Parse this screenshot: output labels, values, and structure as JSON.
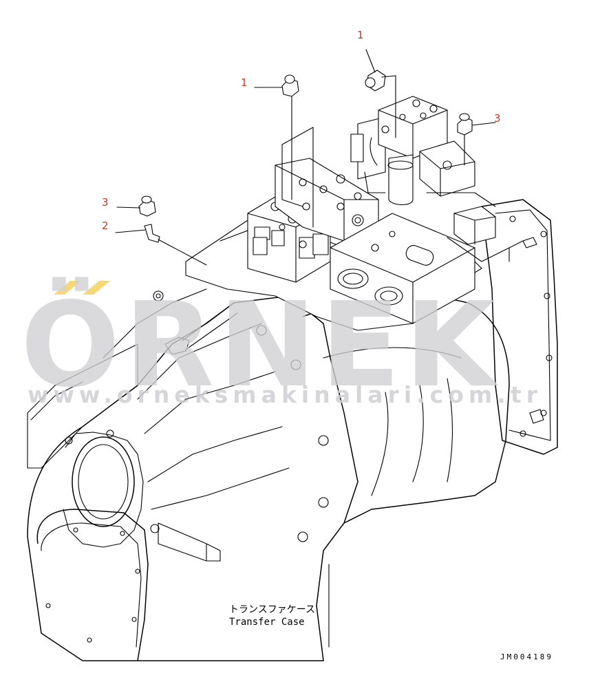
{
  "callouts": [
    {
      "label": "1"
    },
    {
      "label": "1"
    },
    {
      "label": "3"
    },
    {
      "label": "3"
    },
    {
      "label": "2"
    }
  ],
  "caption": {
    "japanese": "トランスファケース",
    "english": "Transfer Case"
  },
  "drawing_code": "JM004189",
  "watermark": {
    "brand": "ÖRNEK",
    "url": "www.orneksmakinalari.com.tr",
    "accent_color": "#f6d77a",
    "text_color": "#cfcfd4"
  },
  "colors": {
    "callout": "#c0392b",
    "line": "#000000"
  }
}
